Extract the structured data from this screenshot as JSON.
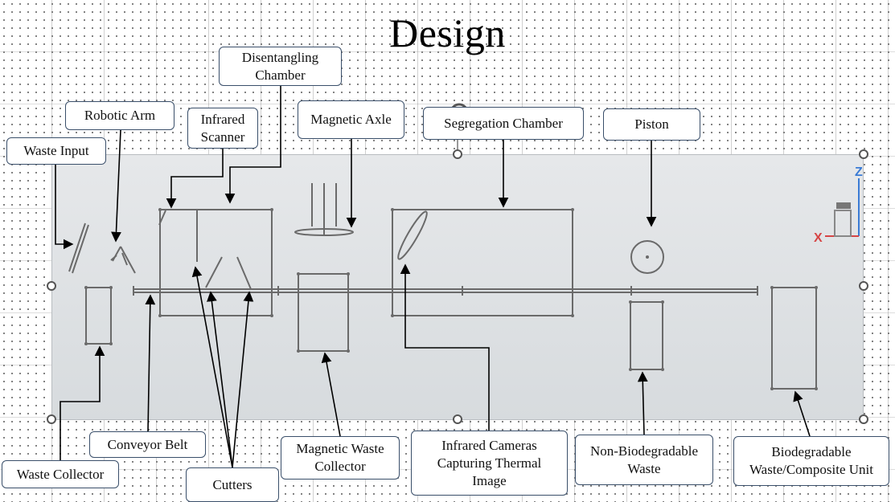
{
  "title": "Design",
  "labels": {
    "waste_input": "Waste Input",
    "robotic_arm": "Robotic Arm",
    "infrared_scanner": "Infrared\nScanner",
    "disentangling_chamber": "Disentangling\nChamber",
    "magnetic_axle": "Magnetic Axle",
    "segregation_chamber": "Segregation Chamber",
    "piston": "Piston",
    "waste_collector": "Waste Collector",
    "conveyor_belt": "Conveyor Belt",
    "cutters": "Cutters",
    "magnetic_waste_collector": "Magnetic Waste\nCollector",
    "infrared_cameras": "Infrared Cameras\nCapturing Thermal\nImage",
    "non_biodegradable": "Non-Biodegradable\nWaste",
    "biodegradable": "Biodegradable\nWaste/Composite Unit"
  },
  "axis_gizmo": {
    "z": "Z",
    "x": "X"
  },
  "colors": {
    "label_border": "#3a4f6a",
    "line": "#000000",
    "part": "#6a6a6a",
    "axis_z": "#3a7bd5",
    "axis_x": "#d64545"
  }
}
